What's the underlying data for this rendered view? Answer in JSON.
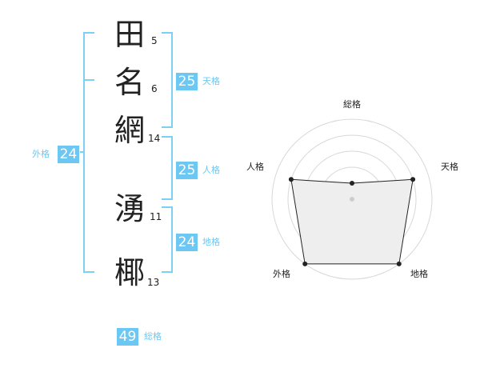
{
  "name": {
    "chars": [
      {
        "kanji": "田",
        "strokes": "5"
      },
      {
        "kanji": "名",
        "strokes": "6"
      },
      {
        "kanji": "網",
        "strokes": "14"
      },
      {
        "kanji": "湧",
        "strokes": "11"
      },
      {
        "kanji": "椰",
        "strokes": "13"
      }
    ]
  },
  "scores": {
    "tenkaku": {
      "value": "25",
      "label": "天格"
    },
    "jinkaku": {
      "value": "25",
      "label": "人格"
    },
    "chikaku": {
      "value": "24",
      "label": "地格"
    },
    "gaikaku": {
      "value": "24",
      "label": "外格"
    },
    "soukaku": {
      "value": "49",
      "label": "総格"
    }
  },
  "radar": {
    "axes": [
      "総格",
      "天格",
      "地格",
      "外格",
      "人格"
    ],
    "levels": 5,
    "values": [
      0.2,
      0.8,
      1.0,
      1.0,
      0.8
    ],
    "colors": {
      "fill": "#eeeeee",
      "line": "#222222",
      "grid": "#d8d8d8"
    }
  },
  "colors": {
    "accent": "#6cc8f2"
  }
}
